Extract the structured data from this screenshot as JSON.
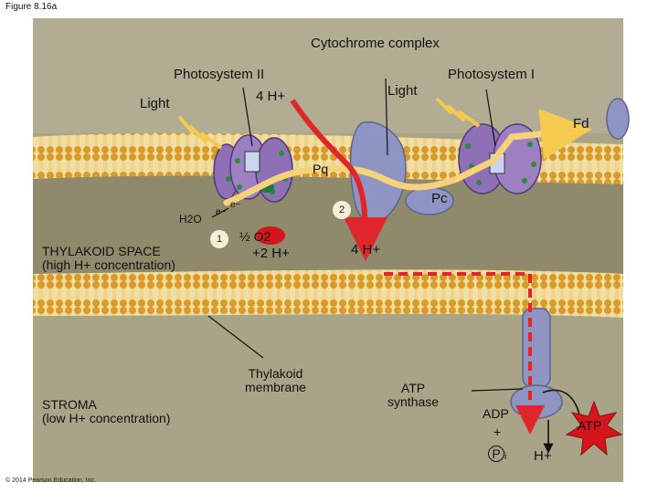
{
  "figure_label": "Figure 8.16a",
  "copyright": "© 2014 Pearson Education, Inc.",
  "labels": {
    "cytochrome_complex": "Cytochrome\ncomplex",
    "photosystem_ii": "Photosystem II",
    "photosystem_i": "Photosystem I",
    "light_left": "Light",
    "light_right": "Light",
    "four_h_top": "4 H+",
    "fd": "Fd",
    "pq": "Pq",
    "pc": "Pc",
    "h2o": "H2O",
    "electron_1": "e−",
    "electron_2": "e−",
    "step_1": "1",
    "step_2": "2",
    "half_o2": "½ O2",
    "two_h": "+2 H+",
    "four_h_lumen": "4 H+",
    "thylakoid_space": "THYLAKOID SPACE\n(high H+ concentration)",
    "stroma": "STROMA\n(low H+ concentration)",
    "thylakoid_membrane": "Thylakoid\nmembrane",
    "atp_synthase": "ATP\nsynthase",
    "adp": "ADP",
    "plus": "+",
    "pi": "P",
    "pi_sub": "i",
    "h_plus_bottom": "H+",
    "atp": "ATP"
  },
  "colors": {
    "background_tan": "#a9a487",
    "lumen": "#8e8a6b",
    "membrane_head": "#d99a2a",
    "membrane_tail": "#f2dfa0",
    "protein_purple": "#8f6fb5",
    "cytochrome_blue": "#8f95c2",
    "electron_arrow": "#f6d27a",
    "proton_arrow": "#e0262a",
    "atp_star": "#d4151b"
  }
}
